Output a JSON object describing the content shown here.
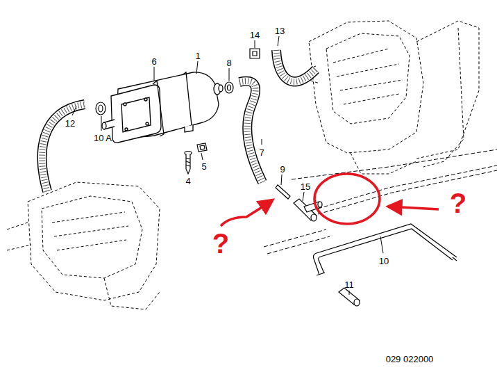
{
  "diagram": {
    "labels": [
      "14",
      "13",
      "6",
      "1",
      "8",
      "12",
      "10 A",
      "5",
      "4",
      "7",
      "9",
      "15",
      "?",
      "?",
      "10",
      "11",
      "029 022000"
    ]
  }
}
